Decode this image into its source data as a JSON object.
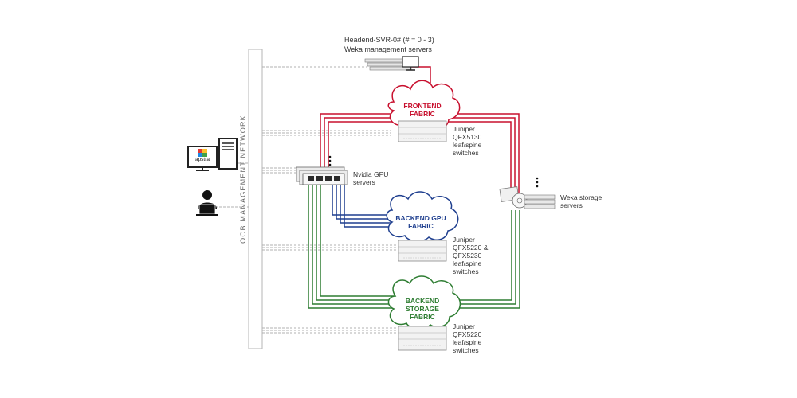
{
  "oob_network": {
    "label": "OOB MANAGEMENT NETWORK"
  },
  "management_servers": {
    "title": "Headend-SVR-0# (# = 0 - 3)",
    "subtitle": "Weka management servers"
  },
  "frontend_fabric": {
    "name": "FRONTEND\nFABRIC",
    "switch_label": "Juniper\nQFX5130\nleaf/spine\nswitches",
    "color": "#c8102e"
  },
  "backend_gpu_fabric": {
    "name": "BACKEND GPU\nFABRIC",
    "switch_label": "Juniper\nQFX5220 &\nQFX5230\nleaf/spine\nswitches",
    "color": "#1f3f8f"
  },
  "backend_storage_fabric": {
    "name": "BACKEND\nSTORAGE\nFABRIC",
    "switch_label": "Juniper\nQFX5220\nleaf/spine\nswitches",
    "color": "#2e7d32"
  },
  "gpu_servers": {
    "label": "Nvidia GPU\nservers"
  },
  "storage_servers": {
    "label": "Weka storage\nservers"
  },
  "apstra": {
    "logo_text": "apstra"
  }
}
